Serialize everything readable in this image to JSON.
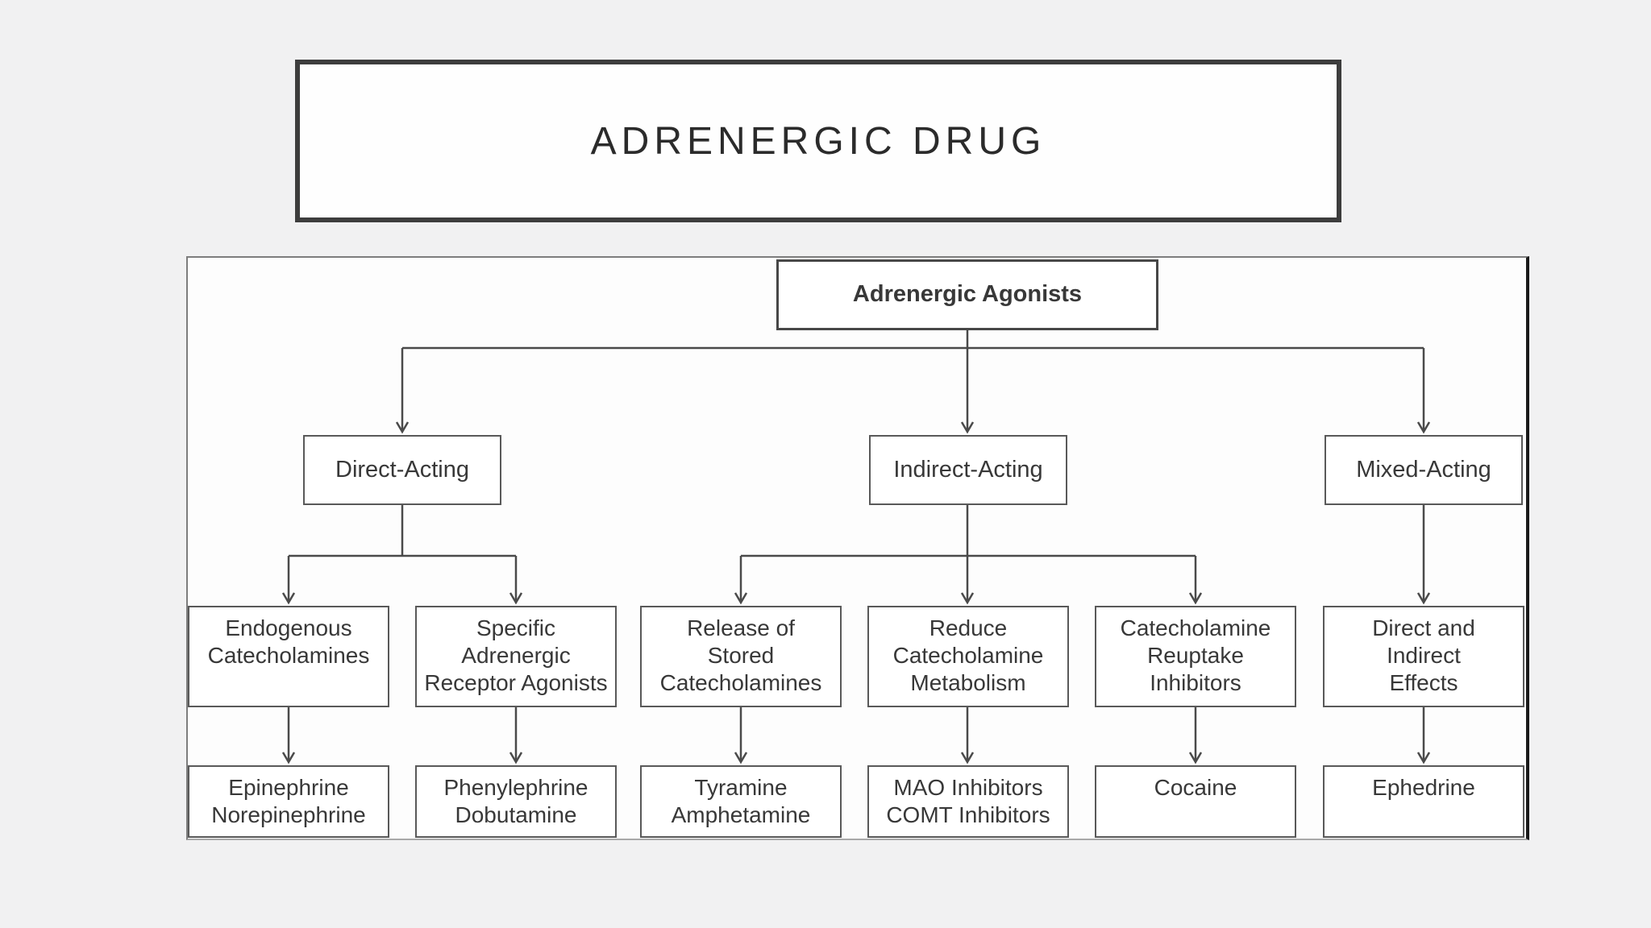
{
  "title": {
    "text": "ADRENERGIC DRUG"
  },
  "flowchart": {
    "nodes": {
      "root": "Adrenergic Agonists",
      "direct_acting": "Direct-Acting",
      "indirect_acting": "Indirect-Acting",
      "mixed_acting": "Mixed-Acting",
      "endogenous_catecholamines": "Endogenous\nCatecholamines",
      "specific_receptor_agonists": "Specific\nAdrenergic\nReceptor Agonists",
      "release_stored_catecholamines": "Release of\nStored\nCatecholamines",
      "reduce_catecholamine_metabolism": "Reduce\nCatecholamine\nMetabolism",
      "catecholamine_reuptake_inhibitors": "Catecholamine\nReuptake\nInhibitors",
      "direct_and_indirect_effects": "Direct and\nIndirect\nEffects",
      "epinephrine_norepinephrine": "Epinephrine\nNorepinephrine",
      "phenylephrine_dobutamine": "Phenylephrine\nDobutamine",
      "tyramine_amphetamine": "Tyramine\nAmphetamine",
      "mao_comt_inhibitors": "MAO Inhibitors\nCOMT Inhibitors",
      "cocaine": "Cocaine",
      "ephedrine": "Ephedrine"
    },
    "edges": [
      {
        "from": "root",
        "to": "direct_acting"
      },
      {
        "from": "root",
        "to": "indirect_acting"
      },
      {
        "from": "root",
        "to": "mixed_acting"
      },
      {
        "from": "direct_acting",
        "to": "endogenous_catecholamines"
      },
      {
        "from": "direct_acting",
        "to": "specific_receptor_agonists"
      },
      {
        "from": "indirect_acting",
        "to": "release_stored_catecholamines"
      },
      {
        "from": "indirect_acting",
        "to": "reduce_catecholamine_metabolism"
      },
      {
        "from": "indirect_acting",
        "to": "catecholamine_reuptake_inhibitors"
      },
      {
        "from": "mixed_acting",
        "to": "direct_and_indirect_effects"
      },
      {
        "from": "endogenous_catecholamines",
        "to": "epinephrine_norepinephrine"
      },
      {
        "from": "specific_receptor_agonists",
        "to": "phenylephrine_dobutamine"
      },
      {
        "from": "release_stored_catecholamines",
        "to": "tyramine_amphetamine"
      },
      {
        "from": "reduce_catecholamine_metabolism",
        "to": "mao_comt_inhibitors"
      },
      {
        "from": "catecholamine_reuptake_inhibitors",
        "to": "cocaine"
      },
      {
        "from": "direct_and_indirect_effects",
        "to": "ephedrine"
      }
    ],
    "colors": {
      "page_bg": "#f1f1f2",
      "canvas_bg": "#fdfdfd",
      "canvas_right_edge": "#1a1a1a",
      "connector_line": "#4a4a4a",
      "box_border": "#595959",
      "text": "#383838",
      "title_border": "#3d3d3d",
      "title_text": "#2b2b2b"
    }
  }
}
